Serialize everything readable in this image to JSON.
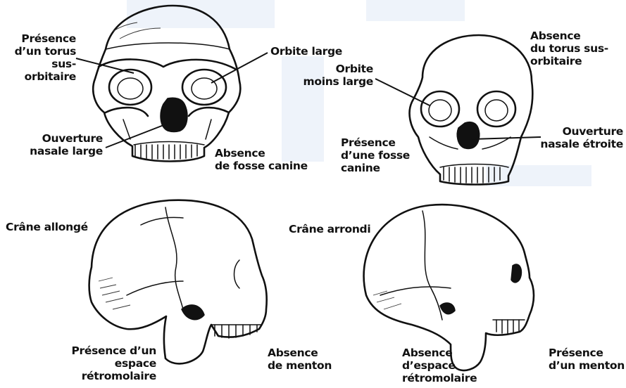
{
  "labels": {
    "a_torus": "Présence\nd’un torus\nsus-orbitaire",
    "a_orbit": "Orbite large",
    "a_nasal": "Ouverture\nnasale large",
    "a_canine": "Absence\nde fosse canine",
    "b_torus": "Absence\ndu torus sus-\norbitaire",
    "b_orbit": "Orbite\nmoins large",
    "b_canine": "Présence\nd’une fosse\ncanine",
    "b_nasal": "Ouverture\nnasale étroite",
    "c_shape": "Crâne allongé",
    "c_space": "Présence d’un espace\nrétromolaire",
    "c_chin": "Absence\nde menton",
    "d_shape": "Crâne arrondi",
    "d_space": "Absence\nd’espace\nrétromolaire",
    "d_chin": "Présence\nd’un menton"
  }
}
